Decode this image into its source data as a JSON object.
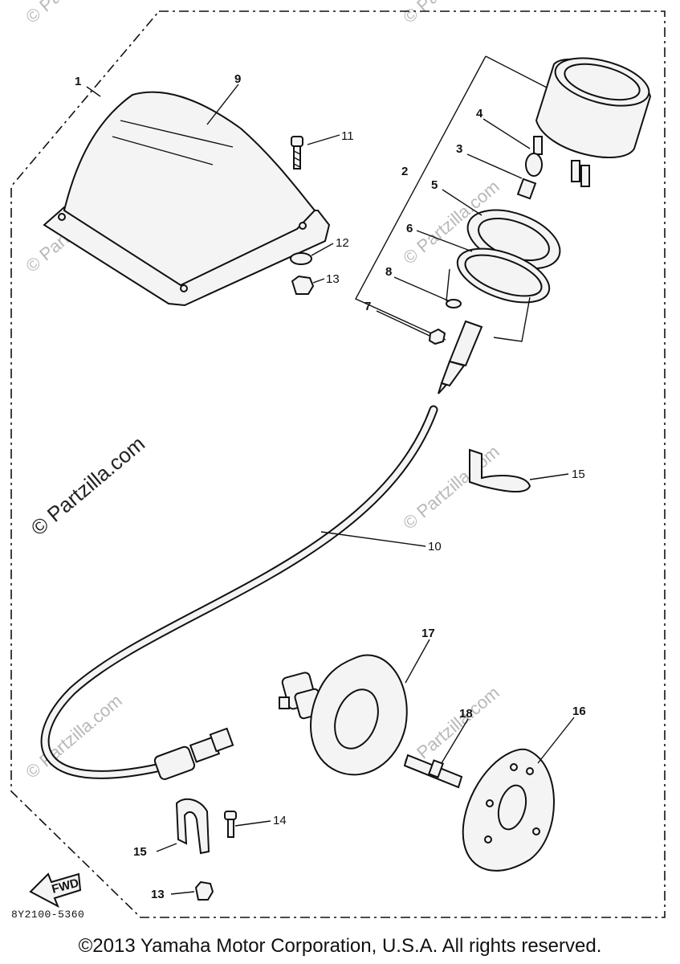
{
  "diagram": {
    "callouts": {
      "c1": "1",
      "c2": "2",
      "c3": "3",
      "c4": "4",
      "c5": "5",
      "c6": "6",
      "c7": "7",
      "c8": "8",
      "c9": "9",
      "c10": "10",
      "c11": "11",
      "c12": "12",
      "c13a": "13",
      "c13b": "13",
      "c14": "14",
      "c15a": "15",
      "c15b": "15",
      "c16": "16",
      "c17": "17",
      "c18": "18"
    },
    "fwd_label": "FWD",
    "drawing_code": "8Y2100-5360",
    "watermark": "© Partzilla.com",
    "watermark_main": "© Partzilla.com"
  },
  "copyright": "©2013 Yamaha Motor Corporation, U.S.A. All rights reserved."
}
